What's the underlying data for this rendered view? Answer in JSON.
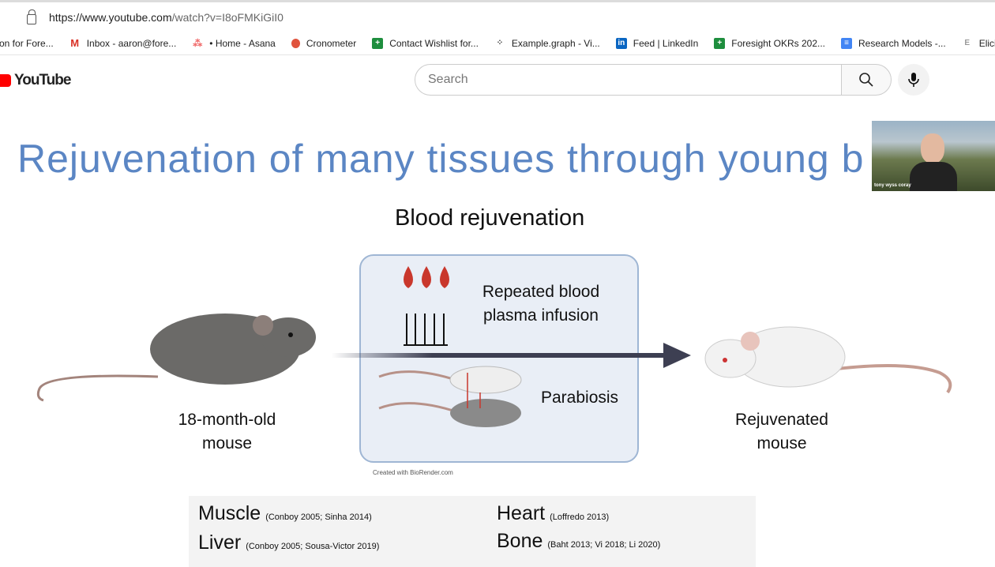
{
  "browser": {
    "url_host": "https://www.youtube.com",
    "url_path": "/watch?v=I8oFMKiGiI0",
    "bookmarks": [
      {
        "label": "on for Fore...",
        "icon": "none"
      },
      {
        "label": "Inbox - aaron@fore...",
        "icon": "gmail-icon"
      },
      {
        "label": "• Home - Asana",
        "icon": "asana-icon"
      },
      {
        "label": "Cronometer",
        "icon": "cronometer-icon"
      },
      {
        "label": "Contact Wishlist for...",
        "icon": "sheets-icon"
      },
      {
        "label": "Example.graph - Vi...",
        "icon": "graph-icon"
      },
      {
        "label": "Feed | LinkedIn",
        "icon": "linkedin-icon"
      },
      {
        "label": "Foresight OKRs 202...",
        "icon": "sheets-icon"
      },
      {
        "label": "Research Models -...",
        "icon": "docs-icon"
      },
      {
        "label": "Elicit: The",
        "icon": "elicit-icon"
      }
    ]
  },
  "youtube": {
    "logo": "YouTube",
    "search_placeholder": "Search"
  },
  "slide": {
    "title": "Rejuvenation of many tissues through young b",
    "speaker": "tony wyss coray",
    "subtitle": "Blood rejuvenation",
    "infusion": "Repeated blood plasma infusion",
    "parabiosis": "Parabiosis",
    "old_mouse": "18-month-old mouse",
    "young_mouse": "Rejuvenated mouse",
    "credit": "Created with BioRender.com",
    "refs": [
      {
        "tissue": "Muscle",
        "cite": "(Conboy 2005; Sinha 2014)"
      },
      {
        "tissue": "Heart",
        "cite": "(Loffredo 2013)"
      },
      {
        "tissue": "Liver",
        "cite": "(Conboy 2005; Sousa-Victor 2019)"
      },
      {
        "tissue": "Bone",
        "cite": "(Baht 2013; Vi 2018; Li 2020)"
      }
    ]
  }
}
